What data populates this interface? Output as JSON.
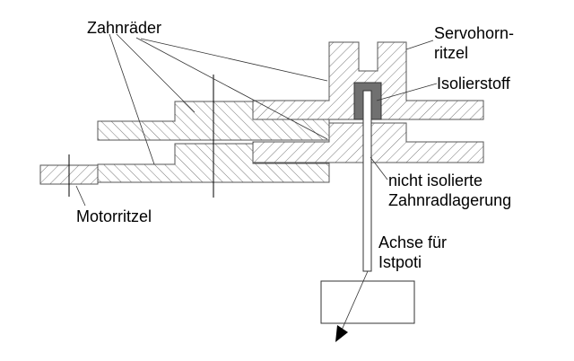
{
  "labels": {
    "gears": "Zahnräder",
    "servo_pinion_line1": "Servohorn-",
    "servo_pinion_line2": "ritzel",
    "insulator": "Isolierstoff",
    "bearing_line1": "nicht isolierte",
    "bearing_line2": "Zahnradlagerung",
    "axle_line1": "Achse für",
    "axle_line2": "Istpoti",
    "motor_pinion": "Motorritzel"
  },
  "colors": {
    "insulator_fill": "#707070",
    "hatch": "#555555"
  }
}
